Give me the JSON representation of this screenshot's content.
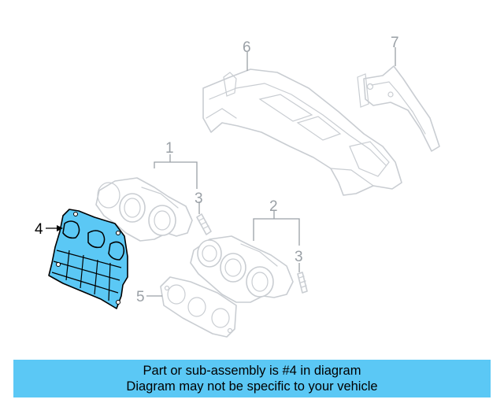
{
  "diagram": {
    "callouts": {
      "c1": "1",
      "c2": "2",
      "c3a": "3",
      "c3b": "3",
      "c4": "4",
      "c5": "5",
      "c6": "6",
      "c7": "7"
    },
    "highlight_color": "#5bc8f5",
    "highlighted_part": "4"
  },
  "banner": {
    "line1": "Part or sub-assembly is #4 in diagram",
    "line2": "Diagram may not be specific to your vehicle",
    "background": "#5bc8f5"
  }
}
